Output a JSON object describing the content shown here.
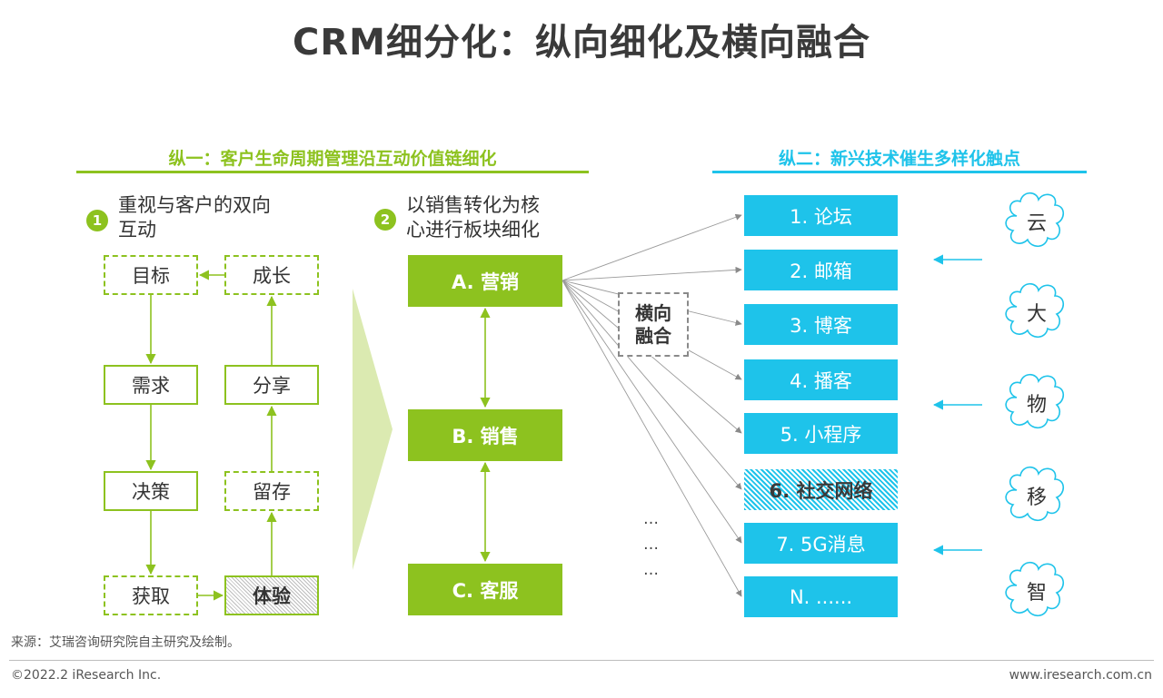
{
  "title": "CRM细分化：纵向细化及横向融合",
  "left_section": {
    "heading": "纵一：客户生命周期管理沿互动价值链细化",
    "step1": {
      "number": "1",
      "text_line1": "重视与客户的双向",
      "text_line2": "互动"
    },
    "step2": {
      "number": "2",
      "text_line1": "以销售转化为核",
      "text_line2": "心进行板块细化"
    },
    "lifecycle": {
      "goal": "目标",
      "growth": "成长",
      "demand": "需求",
      "share": "分享",
      "decision": "决策",
      "retention": "留存",
      "acquire": "获取",
      "experience": "体验"
    },
    "stages": {
      "marketing": "A. 营销",
      "sales": "B. 销售",
      "service": "C. 客服"
    },
    "fusion_line1": "横向",
    "fusion_line2": "融合",
    "ellipsis": [
      "…",
      "…",
      "…"
    ]
  },
  "right_section": {
    "heading": "纵二：新兴技术催生多样化触点",
    "touchpoints": [
      "1. 论坛",
      "2. 邮箱",
      "3. 博客",
      "4. 播客",
      "5. 小程序",
      "6. 社交网络",
      "7. 5G消息",
      "N. ......"
    ],
    "tech_clouds": [
      "云",
      "大",
      "物",
      "移",
      "智"
    ]
  },
  "footer": {
    "source": "来源：艾瑞咨询研究院自主研究及绘制。",
    "copyright": "©2022.2 iResearch Inc.",
    "website": "www.iresearch.com.cn"
  },
  "colors": {
    "green": "#8dc21f",
    "light_green": "#dbeab1",
    "blue": "#1ec3ea",
    "text": "#333333"
  }
}
